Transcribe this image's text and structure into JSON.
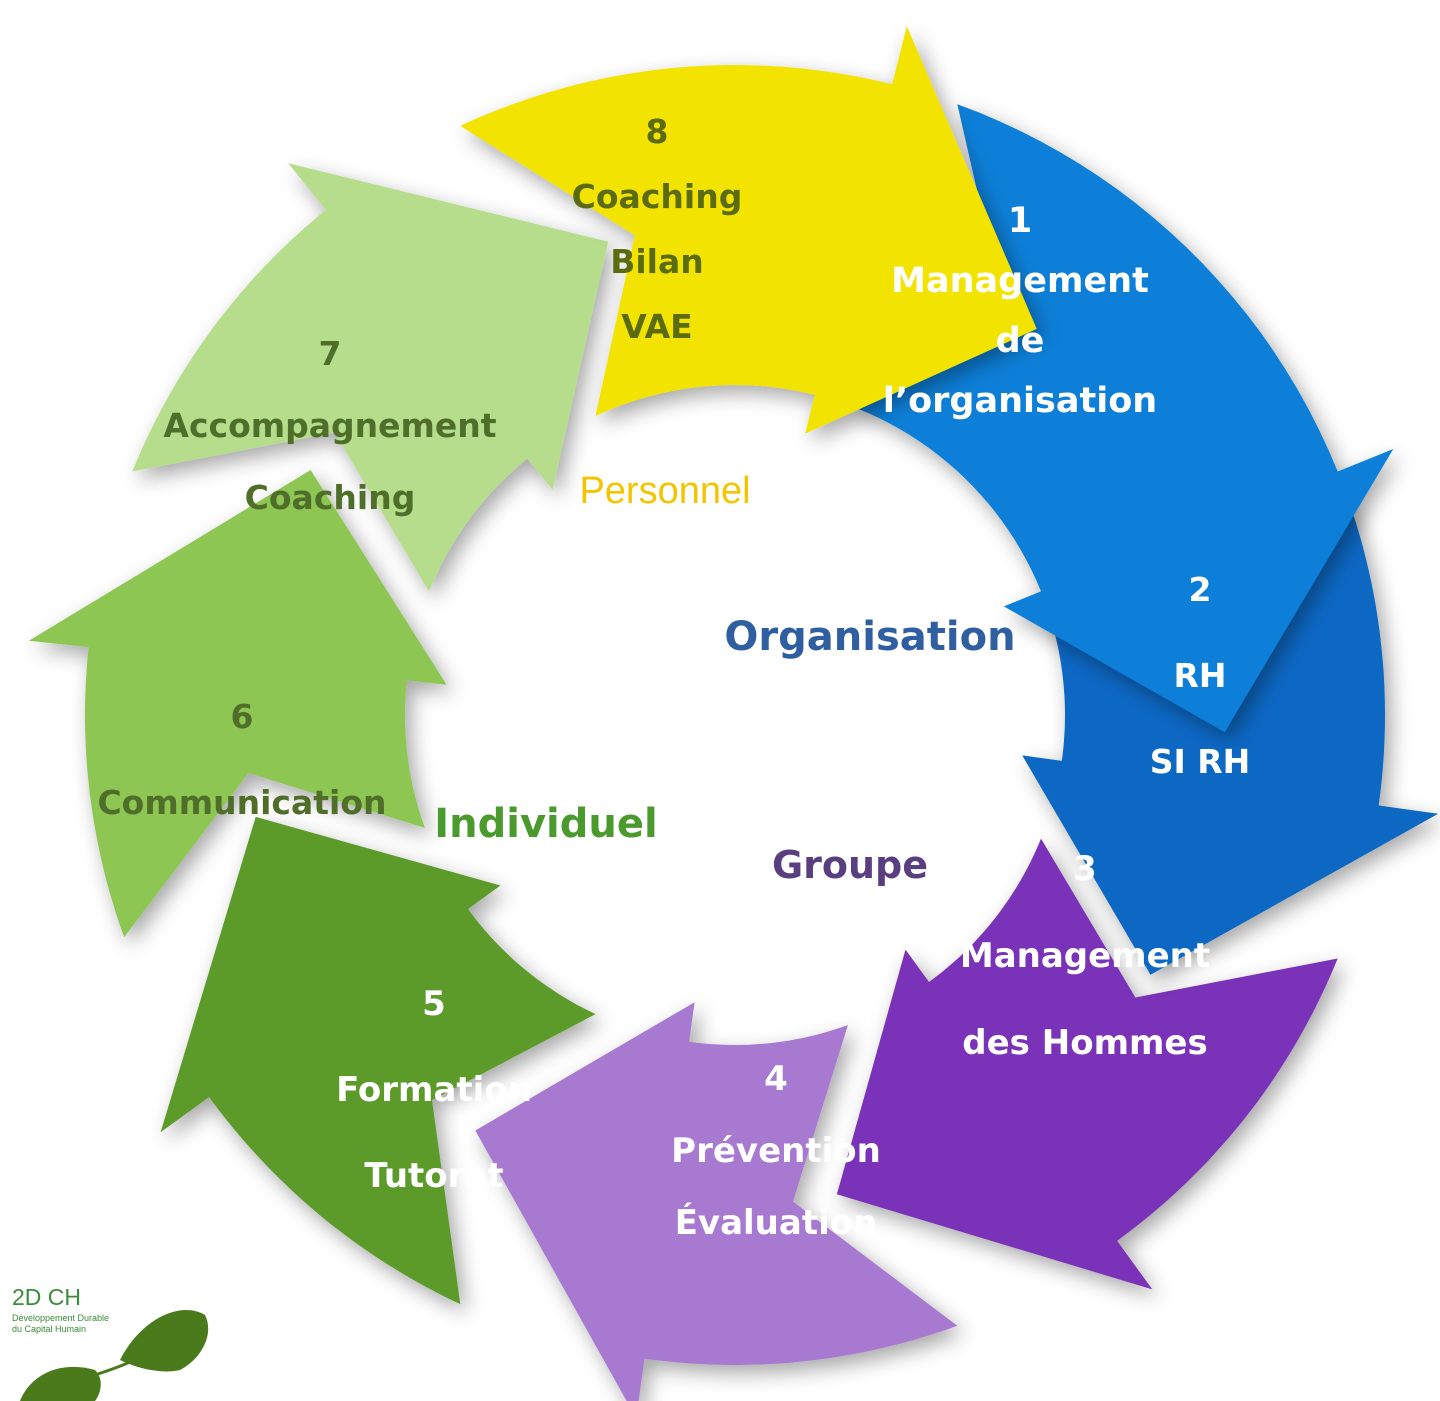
{
  "segments": [
    {
      "number": "1",
      "lines": [
        "Management",
        "de",
        "l’organisation"
      ],
      "color": "#0a7fd8",
      "text_color": "#ffffff"
    },
    {
      "number": "2",
      "lines": [
        "RH",
        "SI RH"
      ],
      "color": "#0868c4",
      "text_color": "#ffffff"
    },
    {
      "number": "3",
      "lines": [
        "Management",
        "des Hommes"
      ],
      "color": "#7a30b8",
      "text_color": "#ffffff"
    },
    {
      "number": "4",
      "lines": [
        "Prévention",
        "Évaluation"
      ],
      "color": "#a779d0",
      "text_color": "#ffffff"
    },
    {
      "number": "5",
      "lines": [
        "Formation",
        "Tutorat"
      ],
      "color": "#5b9b2a",
      "text_color": "#ffffff"
    },
    {
      "number": "6",
      "lines": [
        "Communication"
      ],
      "color": "#8dc653",
      "text_color": "#4e6e2a"
    },
    {
      "number": "7",
      "lines": [
        "Accompagnement",
        "Coaching"
      ],
      "color": "#b5dd8c",
      "text_color": "#4e6e2a"
    },
    {
      "number": "8",
      "lines": [
        "Coaching",
        "Bilan",
        "VAE"
      ],
      "color": "#f2e300",
      "text_color": "#5b6b10"
    }
  ],
  "center_labels": {
    "personnel": {
      "text": "Personnel",
      "color": "#f5c400"
    },
    "organisation": {
      "text": "Organisation",
      "color": "#2f5fa0"
    },
    "individuel": {
      "text": "Individuel",
      "color": "#4a9a2e"
    },
    "groupe": {
      "text": "Groupe",
      "color": "#5a3f80"
    }
  },
  "logo": {
    "title": "2D CH",
    "subtitle_line1": "Développement Durable",
    "subtitle_line2": "du Capital Humain",
    "color": "#3a8d3a",
    "leaf_color": "#4a7a1c"
  }
}
